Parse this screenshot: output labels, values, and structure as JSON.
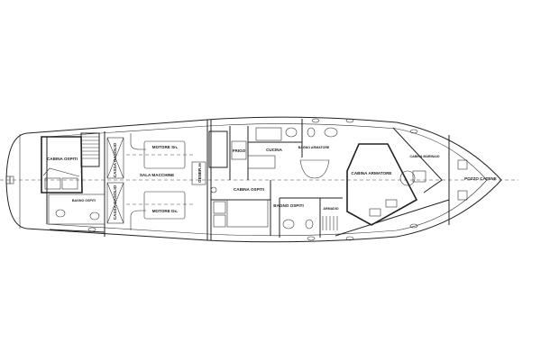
{
  "labels": {
    "cabina_ospiti_poppa": "CABINA OSPITI",
    "cassa_gasolio_sn": "CASSA GASOLIO",
    "cassa_gasolio_dx": "CASSA GASOLIO",
    "motore_sn": "MOTORE Sn.",
    "motore_dx": "MOTORE Dx.",
    "sala_macchine": "SALA MACCHINE",
    "bagno_ospiti_poppa": "BAGNO OSPITI",
    "generatore": "GENER.re",
    "frigo": "FRIGO",
    "cucina": "CUCINA",
    "cabina_ospiti_centro": "CABINA OSPITI",
    "bagno_armatore": "BAGNO ARMATORE",
    "bagno_ospiti_centro": "BAGNO OSPITI",
    "armadio": "ARMADIO",
    "cabina_armatore": "CABINA ARMATORE",
    "cabina_marinaio": "CABINA MARINAIO",
    "pozzo_catene": "POZZO CATENE"
  },
  "colors": {
    "line": "#222222",
    "background": "#ffffff"
  }
}
